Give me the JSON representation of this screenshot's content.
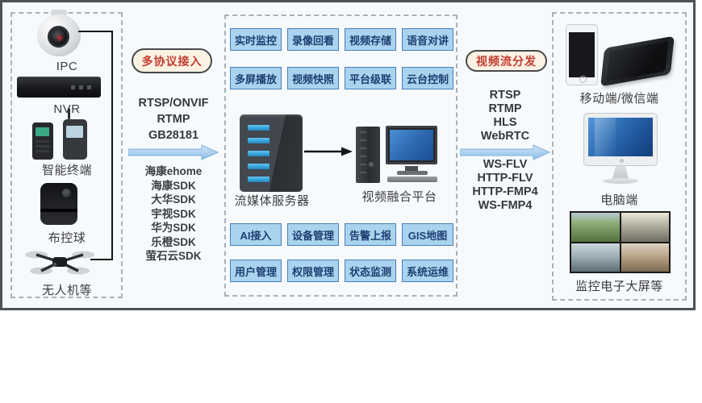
{
  "left_panel": {
    "devices": [
      {
        "label": "IPC",
        "icon": "dome-camera-icon"
      },
      {
        "label": "NVR",
        "icon": "nvr-recorder-icon"
      },
      {
        "label": "智能终端",
        "icon": "handheld-terminal-icon"
      },
      {
        "label": "布控球",
        "icon": "body-camera-icon"
      },
      {
        "label": "无人机等",
        "icon": "drone-icon"
      }
    ]
  },
  "ingress": {
    "badge": "多协议接入",
    "protocols": [
      "RTSP/ONVIF",
      "RTMP",
      "GB28181"
    ],
    "sdks": [
      "海康ehome",
      "海康SDK",
      "大华SDK",
      "宇视SDK",
      "华为SDK",
      "乐橙SDK",
      "萤石云SDK"
    ]
  },
  "center_panel": {
    "features_top": [
      "实时监控",
      "录像回看",
      "视频存储",
      "语音对讲",
      "多屏播放",
      "视频快照",
      "平台级联",
      "云台控制"
    ],
    "server_label": "流媒体服务器",
    "platform_label": "视频融合平台",
    "features_bottom": [
      "AI接入",
      "设备管理",
      "告警上报",
      "GIS地图",
      "用户管理",
      "权限管理",
      "状态监测",
      "系统运维"
    ]
  },
  "egress": {
    "badge": "视频流分发",
    "protocols_top": [
      "RTSP",
      "RTMP",
      "HLS",
      "WebRTC"
    ],
    "protocols_bottom": [
      "WS-FLV",
      "HTTP-FLV",
      "HTTP-FMP4",
      "WS-FMP4"
    ]
  },
  "right_panel": {
    "clients": [
      {
        "label": "移动端/微信端",
        "icon": "phone-tablet-icon"
      },
      {
        "label": "电脑端",
        "icon": "desktop-computer-icon"
      },
      {
        "label": "监控电子大屏等",
        "icon": "video-wall-icon"
      }
    ]
  },
  "colors": {
    "feature_box_fill": "#a9d3ee",
    "feature_box_border": "#4a7ebb",
    "feature_box_text": "#1d3f72",
    "badge_bg": "#fcf2e4",
    "badge_text": "#c23a2e",
    "arrow_blue": "#a7cdec",
    "frame_border": "#4e5154"
  }
}
